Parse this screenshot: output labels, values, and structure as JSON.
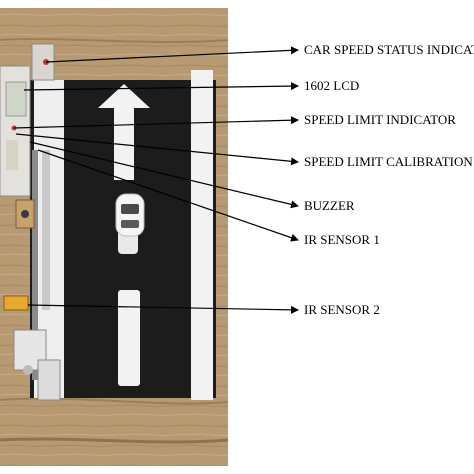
{
  "labels": [
    {
      "id": "car-speed-status-indicator",
      "text": "CAR SPEED STATUS INDICATOR"
    },
    {
      "id": "lcd-1602",
      "text": "1602 LCD"
    },
    {
      "id": "speed-limit-indicator",
      "text": "SPEED LIMIT INDICATOR"
    },
    {
      "id": "speed-limit-calibration",
      "text": "SPEED LIMIT CALIBRATION"
    },
    {
      "id": "buzzer",
      "text": "BUZZER"
    },
    {
      "id": "ir-sensor-1",
      "text": "IR SENSOR 1"
    },
    {
      "id": "ir-sensor-2",
      "text": "IR SENSOR 2"
    }
  ],
  "colors": {
    "background": "#ffffff",
    "wood": "#b89a72",
    "wood_dark": "#9c7e58",
    "road": "#1c1c1c",
    "marking": "#f2f2f2",
    "leader_line": "#000000"
  },
  "icons": [
    "arrow-right-icon"
  ]
}
